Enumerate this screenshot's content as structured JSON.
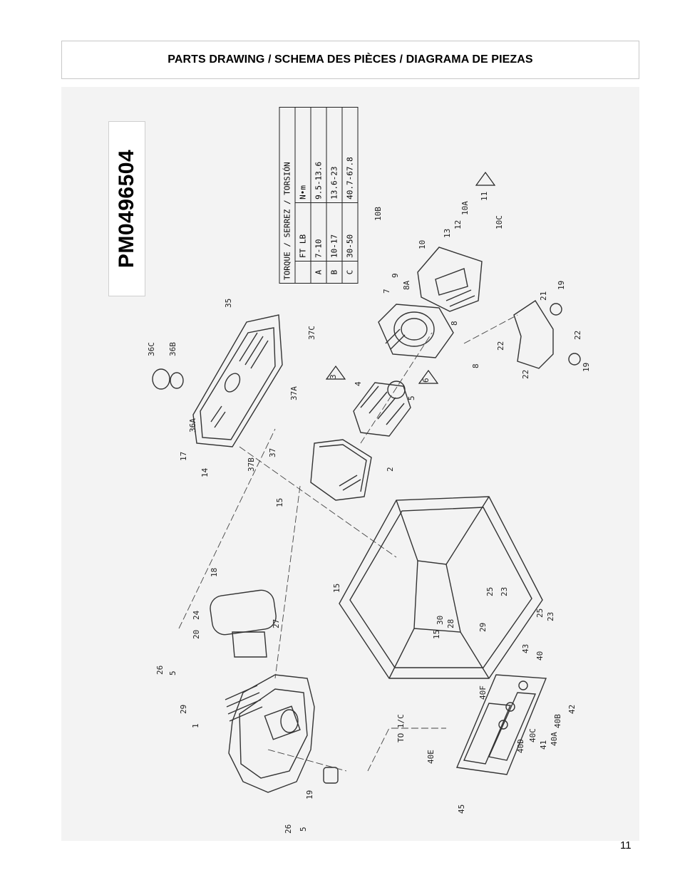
{
  "header": {
    "title": "PARTS DRAWING / SCHEMA DES PIÈCES / DIAGRAMA DE PIEZAS"
  },
  "drawing": {
    "part_number": "PM0496504",
    "torque_table": {
      "header": "TORQUE / SERREZ / TORSIÓN",
      "columns": [
        "FT LB",
        "N•m"
      ],
      "rows": [
        {
          "symbol": "A",
          "ft_lb": "7-10",
          "nm": "9.5-13.6"
        },
        {
          "symbol": "B",
          "ft_lb": "10-17",
          "nm": "13.6-23"
        },
        {
          "symbol": "C",
          "ft_lb": "30-50",
          "nm": "40.7-67.8"
        }
      ]
    },
    "callouts": [
      "1",
      "2",
      "3",
      "4",
      "5",
      "6",
      "7",
      "8",
      "8A",
      "9",
      "10",
      "10A",
      "10B",
      "10C",
      "11",
      "12",
      "13",
      "14",
      "15",
      "17",
      "18",
      "19",
      "20",
      "21",
      "22",
      "23",
      "24",
      "25",
      "26",
      "27",
      "28",
      "29",
      "30",
      "35",
      "36A",
      "36B",
      "36C",
      "37",
      "37A",
      "37B",
      "37C",
      "40",
      "40A",
      "40B",
      "40C",
      "40D",
      "40E",
      "40F",
      "41",
      "42",
      "43",
      "45"
    ],
    "to_label": "TO 1/C"
  },
  "footer": {
    "page_number": "11"
  }
}
